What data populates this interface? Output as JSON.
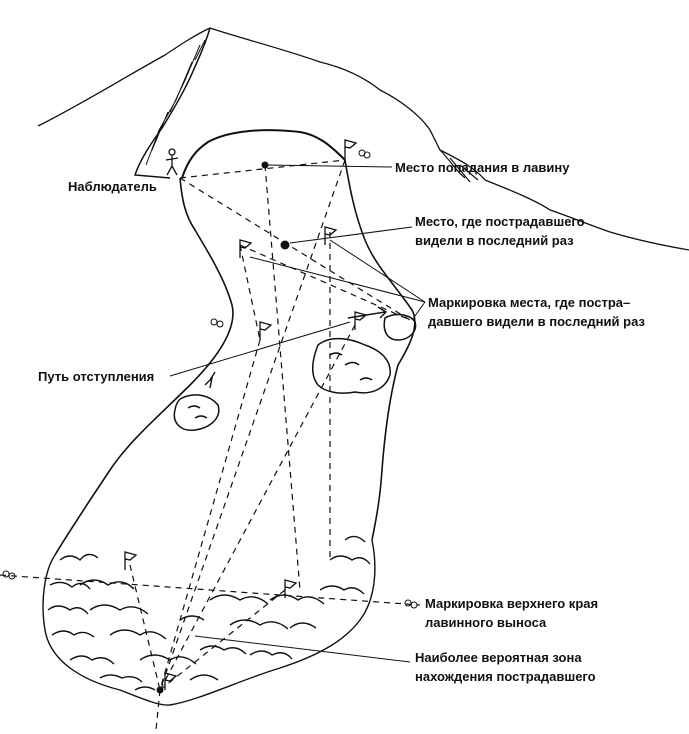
{
  "labels": {
    "observer": "Наблюдатель",
    "hit_point": "Место попадания в лавину",
    "last_seen_line1": "Место, где пострадавшего",
    "last_seen_line2": "видели в последний раз",
    "marking_line1": "Маркировка места, где постра–",
    "marking_line2": "давшего видели в последний раз",
    "escape": "Путь отступления",
    "edge_line1": "Маркировка  верхнего края",
    "edge_line2": "лавинного выноса",
    "zone_line1": "Наиболее вероятная зона",
    "zone_line2": "нахождения пострадавшего"
  },
  "colors": {
    "ink": "#111111",
    "paper": "#ffffff"
  }
}
